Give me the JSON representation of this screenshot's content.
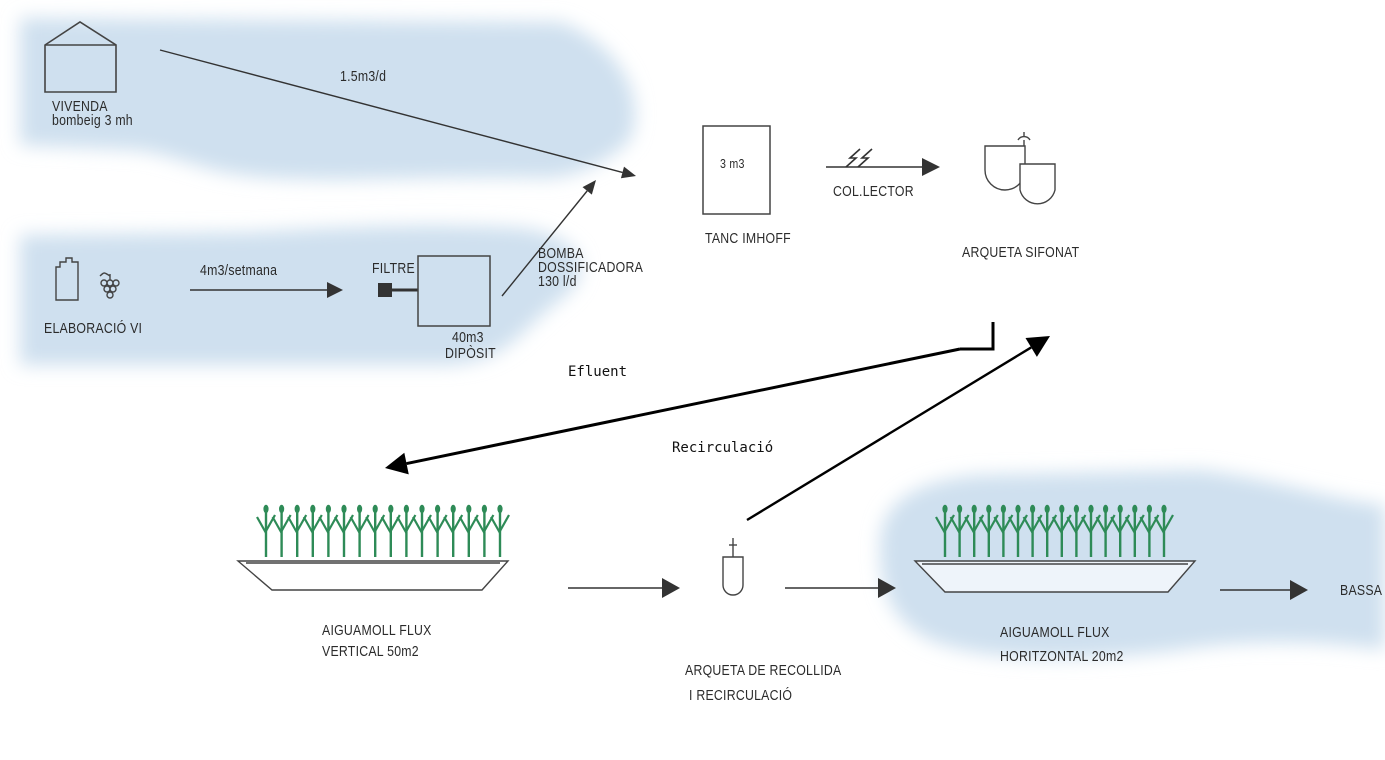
{
  "nodes": {
    "vivenda": [
      "VIVENDA",
      "bombeig 3 mh"
    ],
    "elaboracio": "ELABORACIÓ VI",
    "filtre": "FILTRE",
    "diposit": [
      "40m3",
      "DIPÒSIT"
    ],
    "bomba": [
      "BOMBA",
      "DOSSIFICADORA",
      "130 l/d"
    ],
    "tanc_volume": "3 m3",
    "tanc": "TANC IMHOFF",
    "collector": "COL.LECTOR",
    "arqueta_sifonat": "ARQUETA SIFONAT",
    "aiguamoll_vertical": [
      "AIGUAMOLL FLUX",
      "VERTICAL 50m2"
    ],
    "arqueta_recollida": [
      "ARQUETA DE RECOLLIDA",
      "I RECIRCULACIÓ"
    ],
    "aiguamoll_horitzontal": [
      "AIGUAMOLL FLUX",
      "HORITZONTAL 20m2"
    ],
    "bassa": "BASSA"
  },
  "flows": {
    "vivenda_flow": "1.5m3/d",
    "elaboracio_flow": "4m3/setmana",
    "efluent": "Efluent",
    "recirculacio": "Recirculació"
  },
  "colors": {
    "background_blob": "#cfe0ef",
    "line": "#333333",
    "plant": "#2e8b57"
  }
}
